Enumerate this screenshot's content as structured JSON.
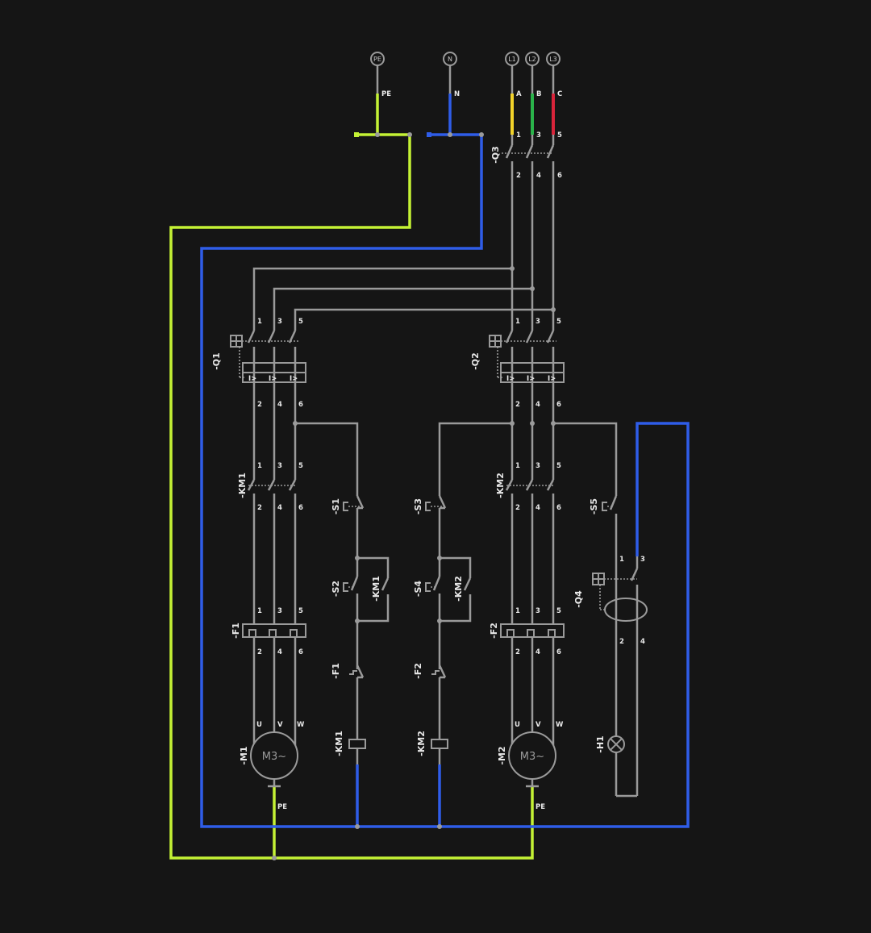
{
  "sources": {
    "pe": "PE",
    "n": "N",
    "l1": "L1",
    "l2": "L2",
    "l3": "L3",
    "pe_label": "PE",
    "n_label": "N",
    "a": "A",
    "b": "B",
    "c": "C"
  },
  "colors": {
    "background": "#151515",
    "wire": "#9a9a9a",
    "protective_earth": "#c4f235",
    "neutral": "#2f5de8",
    "phase_a": "#f2d32a",
    "phase_b": "#2ab34a",
    "phase_c": "#d9243a",
    "text": "#e8e8e8"
  },
  "devices": {
    "q1": "-Q1",
    "q2": "-Q2",
    "q3": "-Q3",
    "q4": "-Q4",
    "km1": "-KM1",
    "km2": "-KM2",
    "f1": "-F1",
    "f2": "-F2",
    "m1": "-M1",
    "m2": "-M2",
    "s1": "-S1",
    "s2": "-S2",
    "s3": "-S3",
    "s4": "-S4",
    "s5": "-S5",
    "h1": "-H1"
  },
  "terminals": {
    "t1": "1",
    "t2": "2",
    "t3": "3",
    "t4": "4",
    "t5": "5",
    "t6": "6",
    "u": "U",
    "v": "V",
    "w": "W",
    "pe": "PE"
  },
  "motor_label": "M3~"
}
